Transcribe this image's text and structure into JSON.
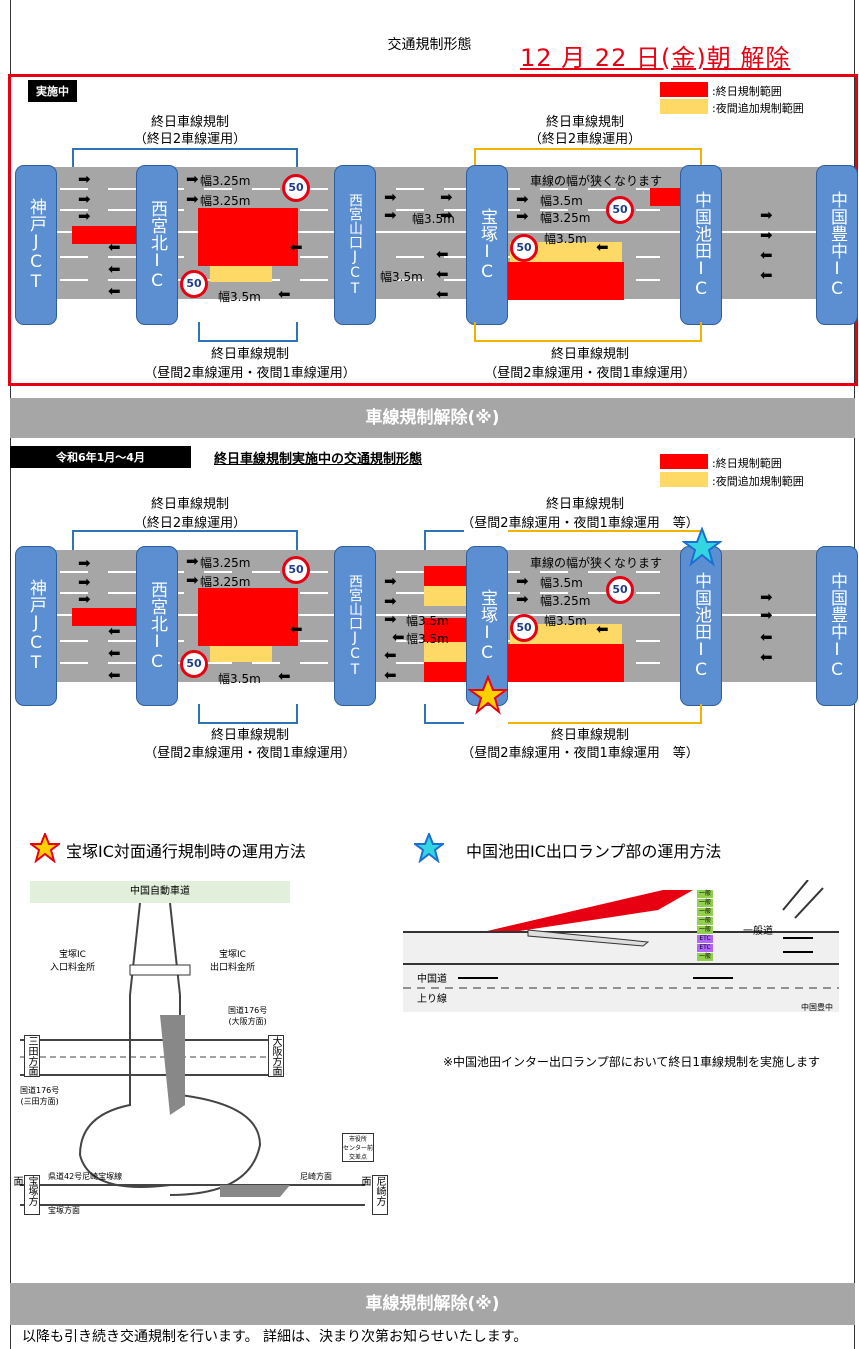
{
  "header": {
    "doc_title": "交通規制形態",
    "headline": "12 月 22 日(金)朝 解除"
  },
  "legend": {
    "red": ":終日規制範囲",
    "yellow": ":夜間追加規制範囲",
    "red_color": "#ff0000",
    "yellow_color": "#ffd966"
  },
  "top": {
    "tag": "実施中",
    "ics": {
      "kobe": "神戸JCT",
      "nishinomiya": "西宮北IC",
      "yamaguchi": "西宮山口JCT",
      "takarazuka": "宝塚IC",
      "ikeda": "中国池田IC",
      "toyonaka": "中国豊中IC"
    },
    "reg_a_title": "終日車線規制",
    "reg_a_sub": "（終日2車線運用）",
    "reg_b_title": "終日車線規制",
    "reg_b_sub": "（終日2車線運用）",
    "reg_c_title": "終日車線規制",
    "reg_c_sub": "（昼間2車線運用・夜間1車線運用）",
    "reg_d_title": "終日車線規制",
    "reg_d_sub": "（昼間2車線運用・夜間1車線運用）",
    "narrow": "車線の幅が狭くなります",
    "w325a": "幅3.25m",
    "w325b": "幅3.25m",
    "w35a": "幅3.5m",
    "w35b": "幅3.5m",
    "w35c": "幅3.5m",
    "w325c": "幅3.25m",
    "w35d": "幅3.5m",
    "w35e": "幅3.5m",
    "speed": "50"
  },
  "band1": "車線規制解除(※)",
  "bottom": {
    "tag": "令和6年1月～4月",
    "title": "終日車線規制実施中の交通規制形態",
    "ics": {
      "kobe": "神戸JCT",
      "nishinomiya": "西宮北IC",
      "yamaguchi": "西宮山口JCT",
      "takarazuka": "宝塚IC",
      "ikeda": "中国池田IC",
      "toyonaka": "中国豊中IC"
    },
    "reg_a_title": "終日車線規制",
    "reg_a_sub": "（終日2車線運用）",
    "reg_b_title": "終日車線規制",
    "reg_b_sub": "（昼間2車線運用・夜間1車線運用　等）",
    "reg_c_title": "終日車線規制",
    "reg_c_sub": "（昼間2車線運用・夜間1車線運用）",
    "reg_d_title": "終日車線規制",
    "reg_d_sub": "（昼間2車線運用・夜間1車線運用　等）",
    "narrow": "車線の幅が狭くなります",
    "w325a": "幅3.25m",
    "w325b": "幅3.25m",
    "w35a": "幅3.5m",
    "w35b": "幅3.5m",
    "w35c": "幅3.5m",
    "w325c": "幅3.25m",
    "w35d": "幅3.5m",
    "w35e": "幅3.5m",
    "speed": "50"
  },
  "sections": {
    "takarazuka_title": "宝塚IC対面通行規制時の運用方法",
    "ikeda_title": "中国池田IC出口ランプ部の運用方法",
    "map": {
      "expressway": "中国自動車道",
      "entrance": "宝塚IC\n入口料金所",
      "exit": "宝塚IC\n出口料金所",
      "r176o": "国道176号\n(大阪方面)",
      "r176s": "国道176号\n(三田方面)",
      "sanda": "三田方面",
      "osaka": "大阪方面",
      "takarazuka": "宝塚方面",
      "amagasaki": "尼崎方面",
      "pref42": "県道42号尼崎宝塚線",
      "amagasaki_dir": "尼崎方面",
      "takarazuka_dir": "宝塚方面",
      "point": "市役所\nセンター前\n交差点"
    },
    "ramp": {
      "general": "一般道",
      "chugoku": "中国道",
      "up": "上り線",
      "toyonaka": "中国豊中",
      "booths": [
        "一般",
        "一般",
        "一般",
        "一般",
        "一般",
        "ETC",
        "ETC",
        "一般"
      ]
    },
    "ramp_note": "※中国池田インター出口ランプ部において終日1車線規制を実施します"
  },
  "band2": "車線規制解除(※)",
  "footer": "以降も引き続き交通規制を行います。 詳細は、決まり次第お知らせいたします。"
}
